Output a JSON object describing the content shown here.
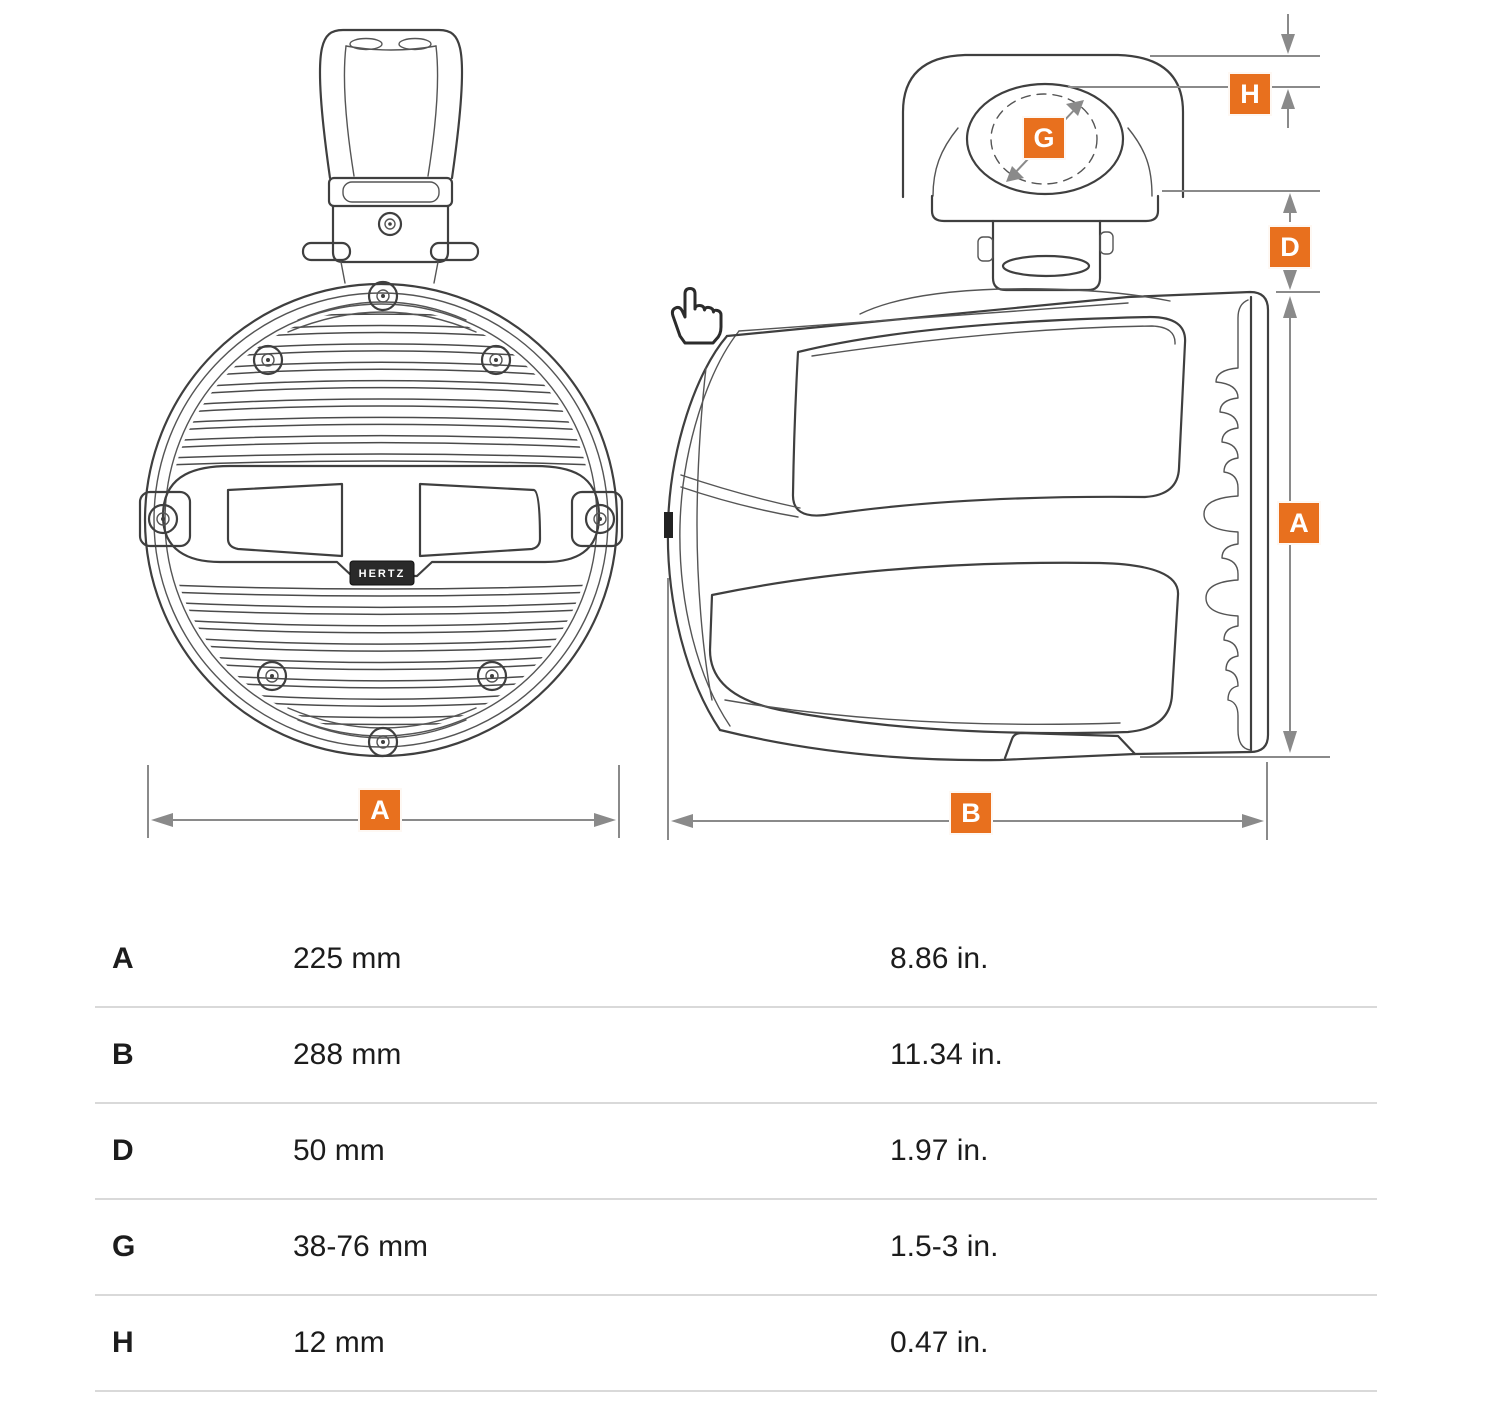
{
  "diagram": {
    "labels": {
      "front_width": "A",
      "side_length": "B",
      "side_height": "A",
      "cap_height": "H",
      "clamp_diameter": "G",
      "clamp_offset": "D"
    },
    "logo": "HERTZ",
    "accent_color": "#e8701e"
  },
  "table": {
    "rows": [
      {
        "letter": "A",
        "mm": "225 mm",
        "inches": "8.86 in."
      },
      {
        "letter": "B",
        "mm": "288 mm",
        "inches": "11.34 in."
      },
      {
        "letter": "D",
        "mm": "50 mm",
        "inches": "1.97 in."
      },
      {
        "letter": "G",
        "mm": "38-76 mm",
        "inches": "1.5-3 in."
      },
      {
        "letter": "H",
        "mm": "12 mm",
        "inches": "0.47 in."
      }
    ]
  }
}
